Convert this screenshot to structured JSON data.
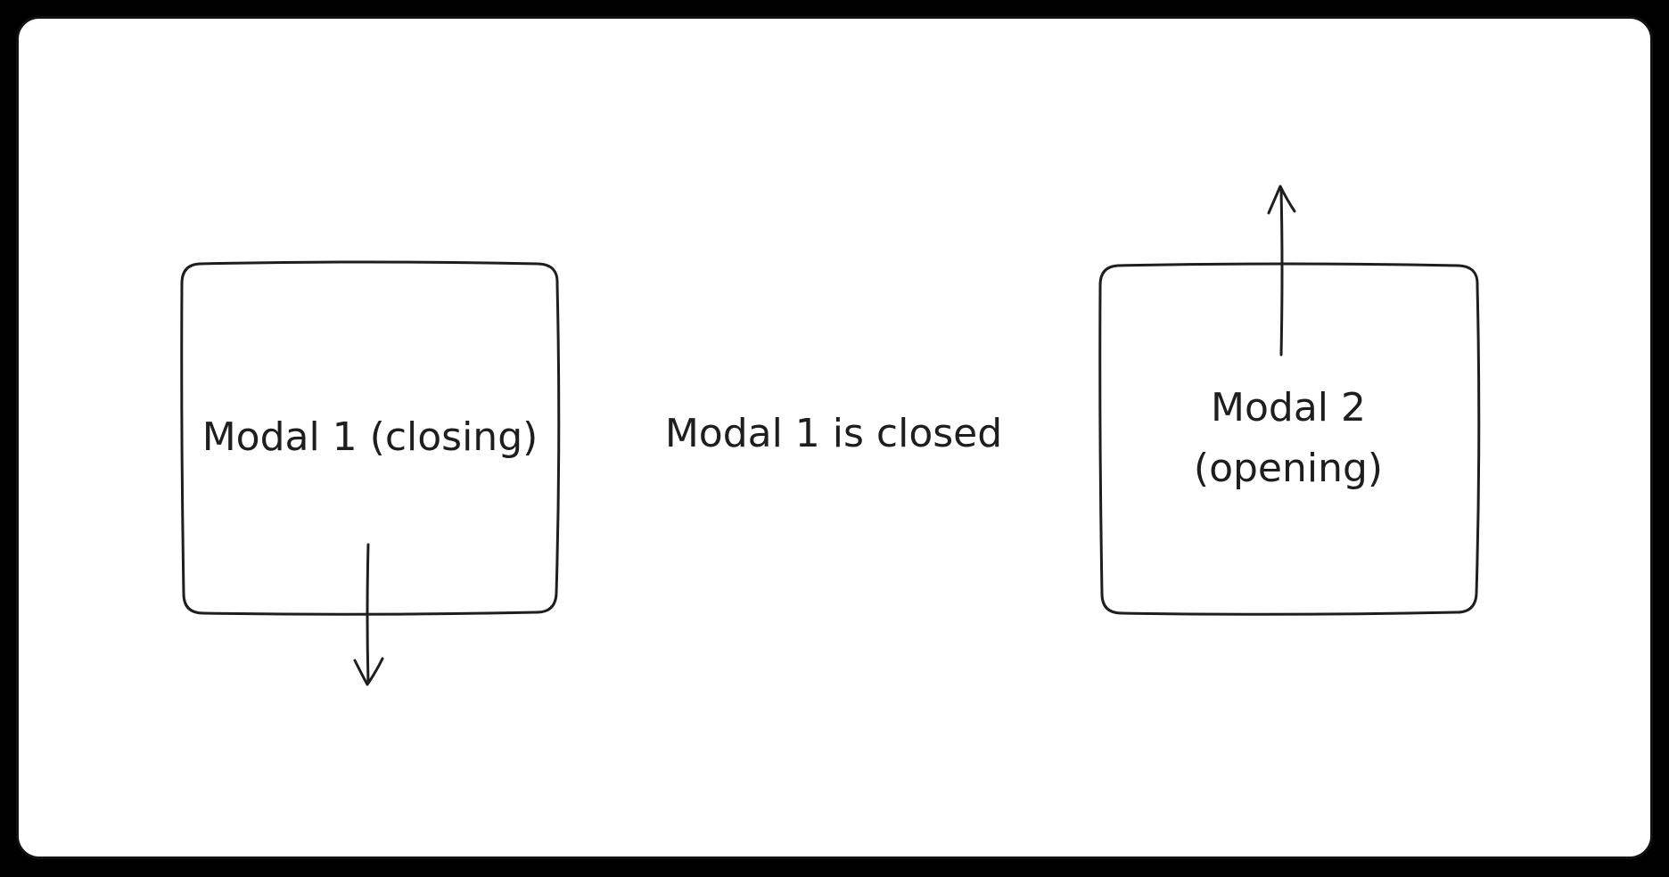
{
  "canvas": {
    "colors": {
      "page-bg": "#000000",
      "card-bg": "#ffffff",
      "ink": "#1e1e1e"
    }
  },
  "diagram": {
    "modal1": {
      "label": "Modal 1 (closing)",
      "arrow_direction": "down"
    },
    "status": {
      "text": "Modal 1 is closed"
    },
    "modal2": {
      "label_line1": "Modal 2",
      "label_line2": "(opening)",
      "arrow_direction": "up"
    }
  }
}
